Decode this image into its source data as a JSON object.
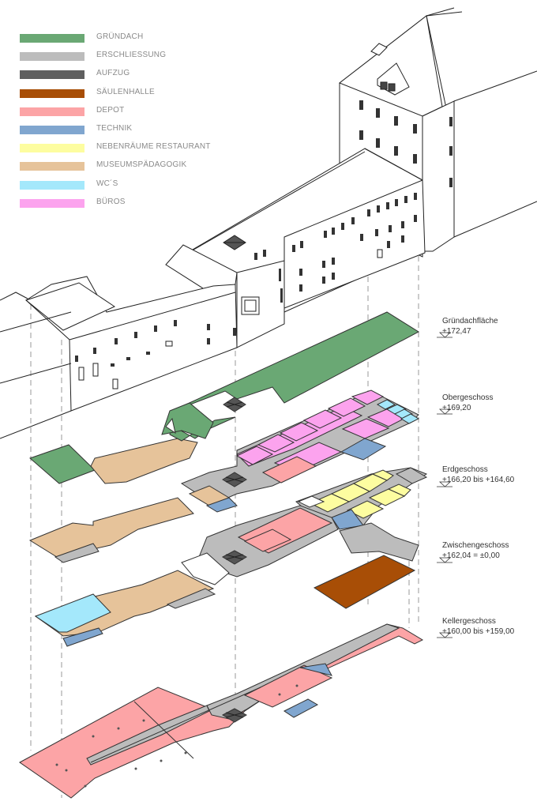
{
  "legend": {
    "items": [
      {
        "label": "GRÜNDACH",
        "color": "#6aa874"
      },
      {
        "label": "ERSCHLIESSUNG",
        "color": "#bcbcbc"
      },
      {
        "label": "AUFZUG",
        "color": "#5f5f5f"
      },
      {
        "label": "SÄULENHALLE",
        "color": "#a84e06"
      },
      {
        "label": "DEPOT",
        "color": "#fca4a6"
      },
      {
        "label": "TECHNIK",
        "color": "#80a6cf"
      },
      {
        "label": "NEBENRÄUME RESTAURANT",
        "color": "#fdfda0"
      },
      {
        "label": "MUSEUMSPÄDAGOGIK",
        "color": "#e6c39a"
      },
      {
        "label": "WC´S",
        "color": "#a4e8fb"
      },
      {
        "label": "BÜROS",
        "color": "#fca3ee"
      }
    ]
  },
  "levels": [
    {
      "name": "Gründachfläche",
      "elevation": "+172,47"
    },
    {
      "name": "Obergeschoss",
      "elevation": "+169,20"
    },
    {
      "name": "Erdgeschoss",
      "elevation": "+166,20 bis +164,60"
    },
    {
      "name": "Zwischengeschoss",
      "elevation": "+162,04 = ±0,00"
    },
    {
      "name": "Kellergeschoss",
      "elevation": "+160,00 bis +159,00"
    }
  ]
}
